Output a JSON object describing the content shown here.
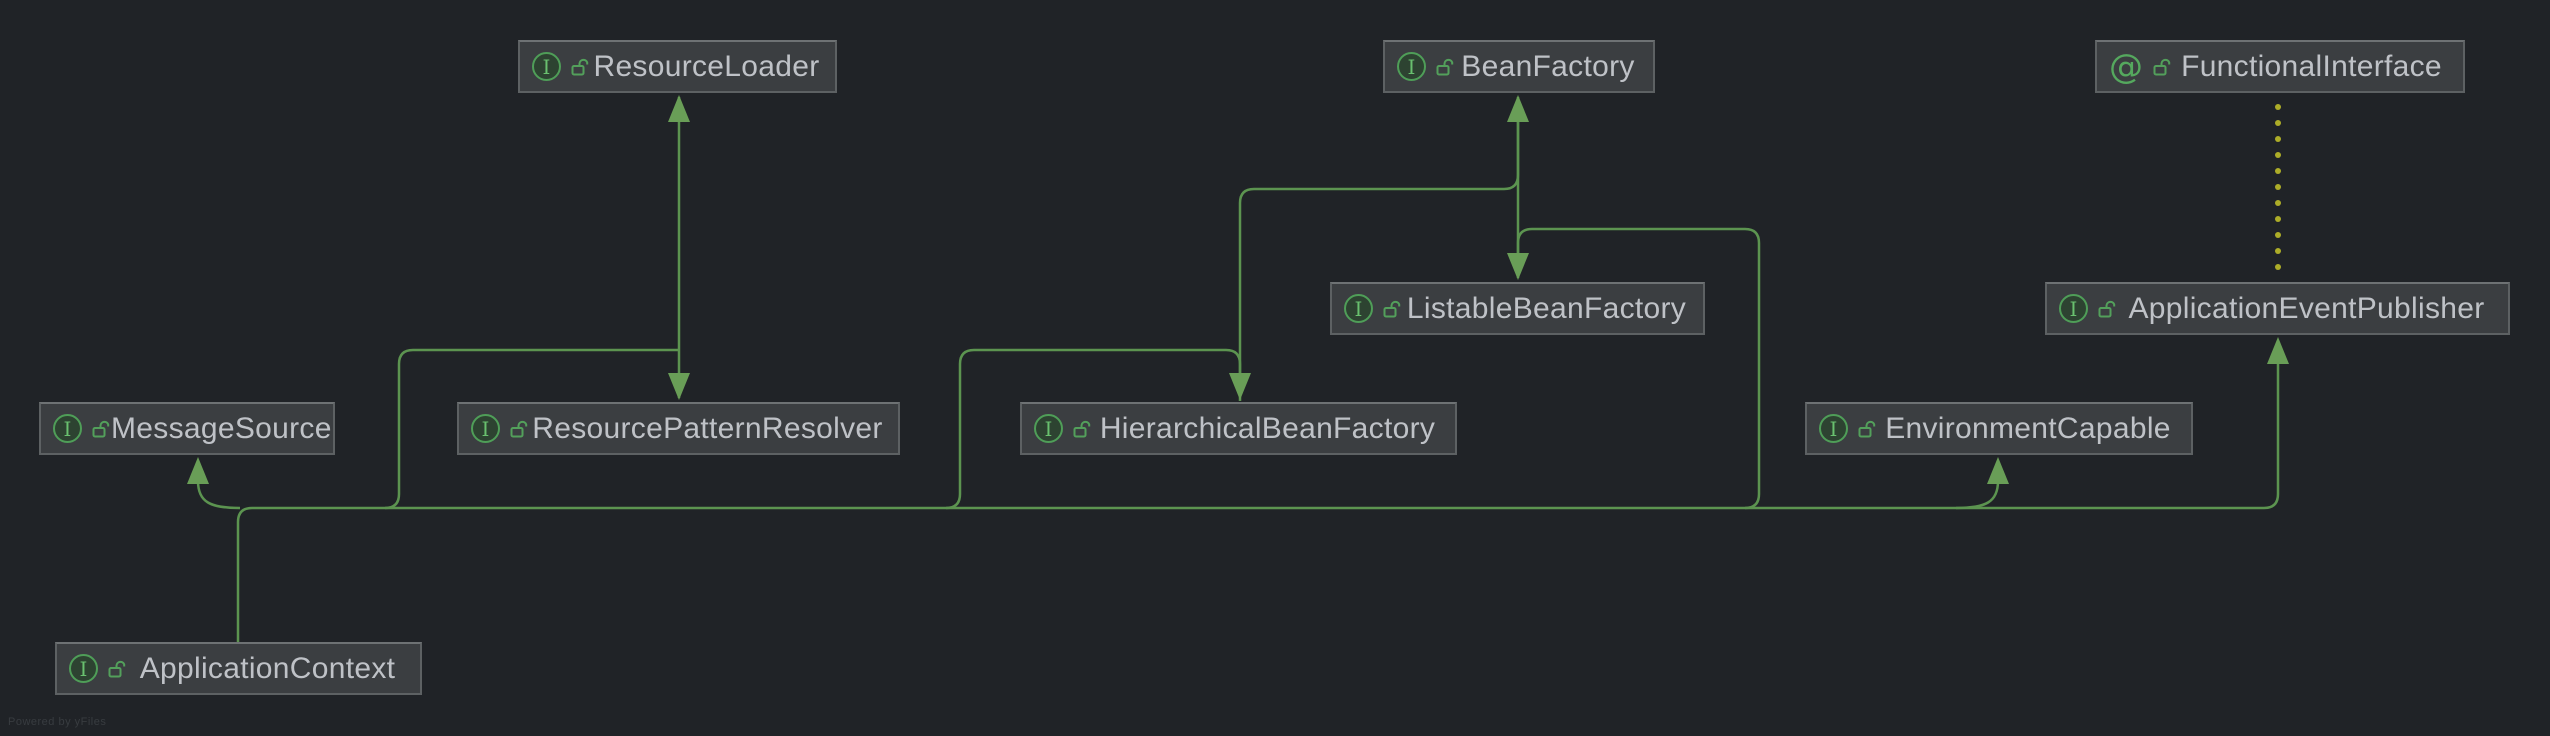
{
  "diagram": {
    "watermark": "Powered by yFiles",
    "icon_glyphs": {
      "interface": "I",
      "annotation": "@"
    },
    "colors": {
      "background": "#202327",
      "node_fill": "#3b3e41",
      "node_border": "#5d6163",
      "node_text": "#bfc2c7",
      "edge_green": "#5c9450",
      "arrow_green": "#699e57",
      "annotation_dot_yellow": "#adad28",
      "icon_green": "#4f9e58"
    },
    "nodes": [
      {
        "id": "resource-loader",
        "label": "ResourceLoader",
        "kind": "interface"
      },
      {
        "id": "bean-factory",
        "label": "BeanFactory",
        "kind": "interface"
      },
      {
        "id": "functional-interface",
        "label": "FunctionalInterface",
        "kind": "annotation"
      },
      {
        "id": "listable-bean-factory",
        "label": "ListableBeanFactory",
        "kind": "interface"
      },
      {
        "id": "application-event-publisher",
        "label": "ApplicationEventPublisher",
        "kind": "interface"
      },
      {
        "id": "message-source",
        "label": "MessageSource",
        "kind": "interface"
      },
      {
        "id": "resource-pattern-resolver",
        "label": "ResourcePatternResolver",
        "kind": "interface"
      },
      {
        "id": "hierarchical-bean-factory",
        "label": "HierarchicalBeanFactory",
        "kind": "interface"
      },
      {
        "id": "environment-capable",
        "label": "EnvironmentCapable",
        "kind": "interface"
      },
      {
        "id": "application-context",
        "label": "ApplicationContext",
        "kind": "interface"
      }
    ],
    "edges": [
      {
        "from": "ResourcePatternResolver",
        "to": "ResourceLoader",
        "type": "extends"
      },
      {
        "from": "ListableBeanFactory",
        "to": "BeanFactory",
        "type": "extends"
      },
      {
        "from": "HierarchicalBeanFactory",
        "to": "BeanFactory",
        "type": "extends"
      },
      {
        "from": "ApplicationContext",
        "to": "MessageSource",
        "type": "extends"
      },
      {
        "from": "ApplicationContext",
        "to": "ResourcePatternResolver",
        "type": "extends"
      },
      {
        "from": "ApplicationContext",
        "to": "HierarchicalBeanFactory",
        "type": "extends"
      },
      {
        "from": "ApplicationContext",
        "to": "ListableBeanFactory",
        "type": "extends"
      },
      {
        "from": "ApplicationContext",
        "to": "EnvironmentCapable",
        "type": "extends"
      },
      {
        "from": "ApplicationContext",
        "to": "ApplicationEventPublisher",
        "type": "extends"
      },
      {
        "from": "ApplicationEventPublisher",
        "to": "FunctionalInterface",
        "type": "annotated-with"
      }
    ]
  }
}
